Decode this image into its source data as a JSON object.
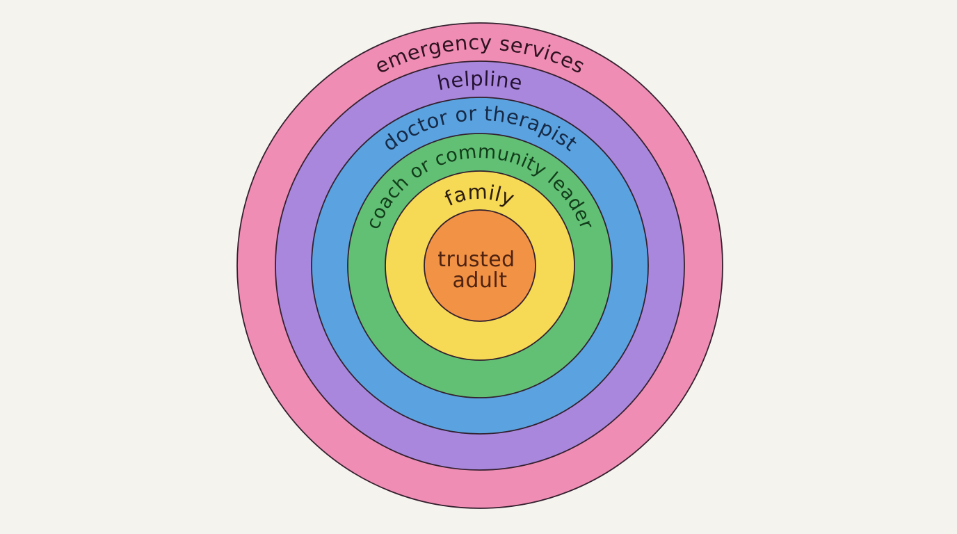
{
  "canvas": {
    "background": "#f5f3ee",
    "outline": "#33202e"
  },
  "diagram_type": "concentric-circles-support-diagram",
  "rings": [
    {
      "name": "emergency-services",
      "label": "emergency services",
      "fill": "#f08db4",
      "text_fill": "#2f1220"
    },
    {
      "name": "helpline",
      "label": "helpline",
      "fill": "#a987dd",
      "text_fill": "#251233"
    },
    {
      "name": "doctor-or-therapist",
      "label": "doctor or therapist",
      "fill": "#5ba3e0",
      "text_fill": "#162a47"
    },
    {
      "name": "coach-or-community-leader",
      "label": "coach or community leader",
      "fill": "#62c075",
      "text_fill": "#123d1a"
    },
    {
      "name": "family",
      "label": "family",
      "fill": "#f6d954",
      "text_fill": "#2b1c10"
    },
    {
      "name": "trusted-adult",
      "label": "trusted adult",
      "fill": "#f29245",
      "text_fill": "#4f2310",
      "lines": [
        "trusted",
        "adult"
      ]
    }
  ]
}
